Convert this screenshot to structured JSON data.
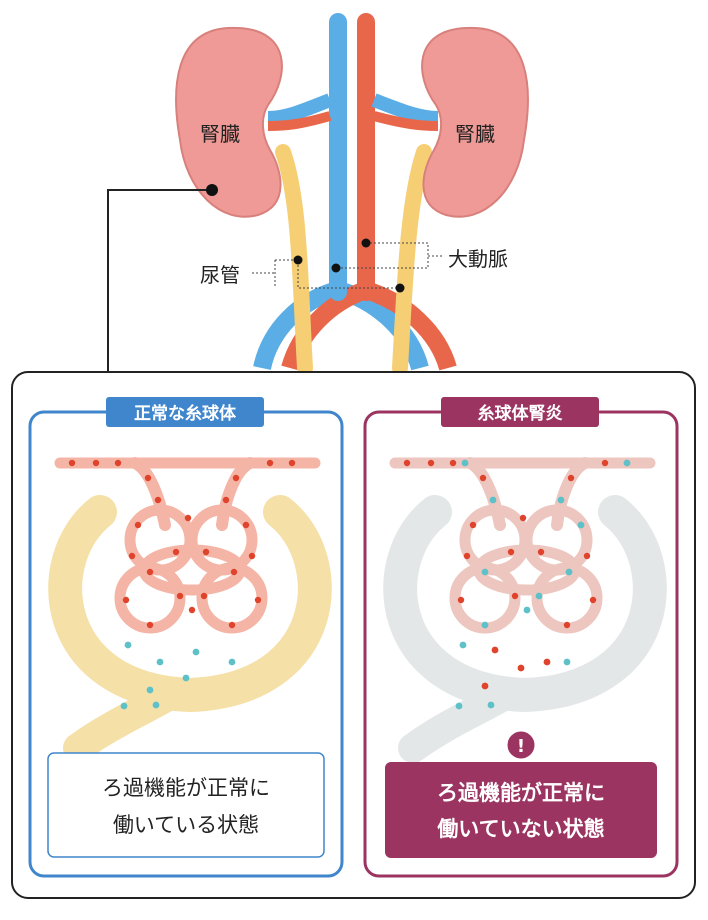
{
  "anatomy": {
    "kidney_left_label": "腎臓",
    "kidney_right_label": "腎臓",
    "ureter_label": "尿管",
    "aorta_label": "大動脈"
  },
  "panels": {
    "normal": {
      "title": "正常な糸球体",
      "caption_line1": "ろ過機能が正常に",
      "caption_line2": "働いている状態"
    },
    "nephritis": {
      "title": "糸球体腎炎",
      "caption_line1": "ろ過機能が正常に",
      "caption_line2": "働いていない状態",
      "warning_symbol": "!"
    }
  },
  "colors": {
    "kidney": "#ef9a96",
    "vein": "#5aaee5",
    "artery": "#e8674a",
    "ureter": "#f6cf75",
    "normal_frame": "#3f86cc",
    "nephritis_frame": "#9b3461",
    "red_cell": "#e0432c",
    "blue_particle": "#5fc1c8"
  },
  "icons": {
    "warning": "exclamation-circle-icon"
  }
}
